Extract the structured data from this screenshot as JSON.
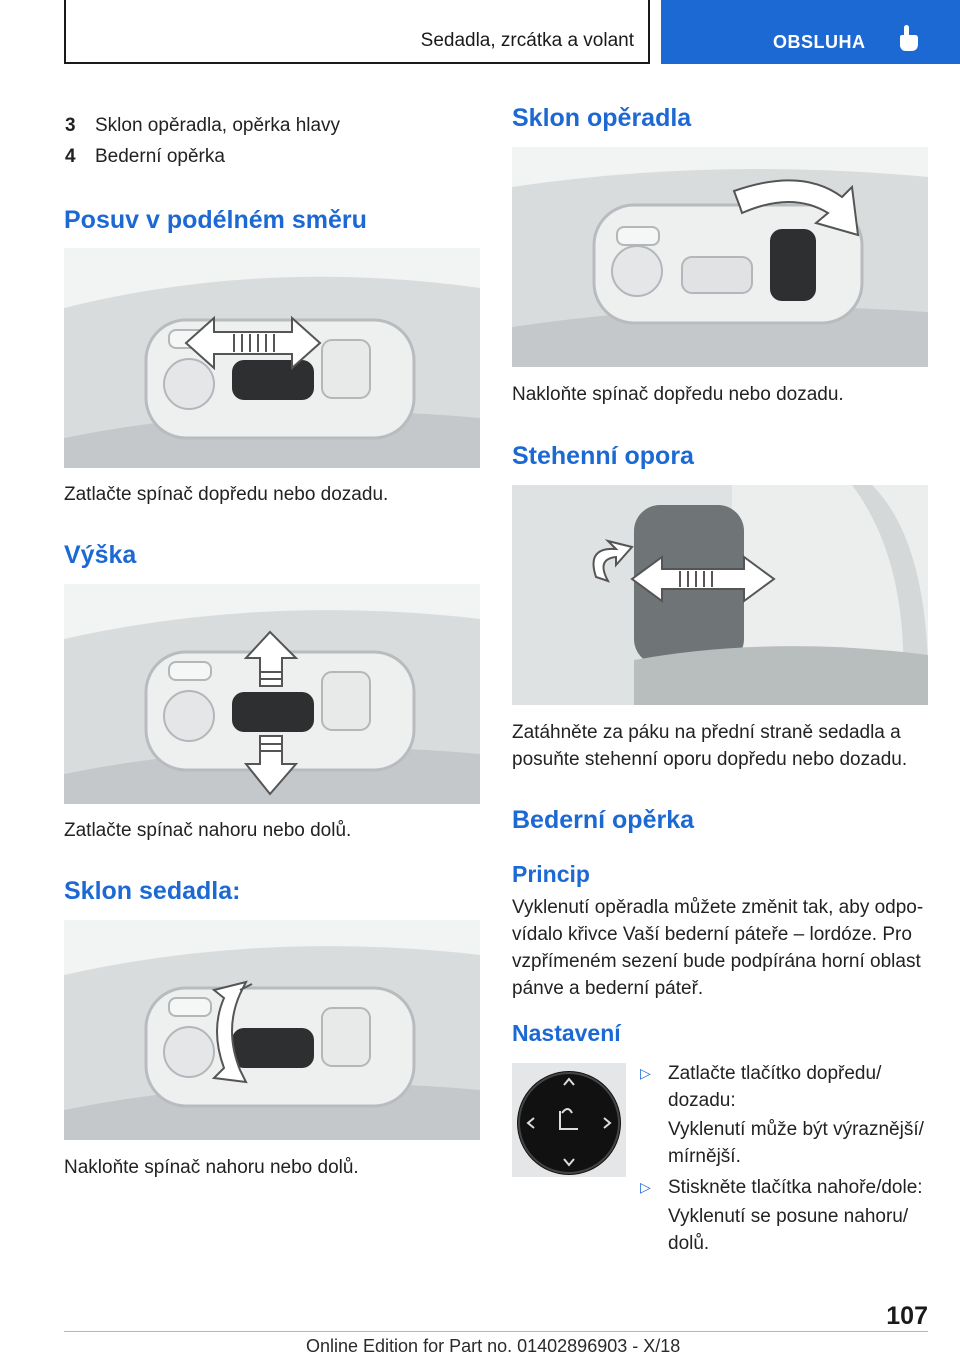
{
  "header": {
    "section": "Sedadla, zrcátka a volant",
    "chapter": "OBSLUHA",
    "chapter_icon": "hand-pointer-icon"
  },
  "list": [
    {
      "num": "3",
      "text": "Sklon opěradla, opěrka hlavy"
    },
    {
      "num": "4",
      "text": "Bederní opěrka"
    }
  ],
  "left": {
    "s1": {
      "title": "Posuv v podélném směru",
      "text": "Zatlačte spínač dopředu nebo dozadu."
    },
    "s2": {
      "title": "Výška",
      "text": "Zatlačte spínač nahoru nebo dolů."
    },
    "s3": {
      "title": "Sklon sedadla:",
      "text": "Nakloňte spínač nahoru nebo dolů."
    }
  },
  "right": {
    "s1": {
      "title": "Sklon opěradla",
      "text": "Nakloňte spínač dopředu nebo dozadu."
    },
    "s2": {
      "title": "Stehenní opora",
      "text": "Zatáhněte za páku na přední straně sedadla a posuňte stehenní oporu dopředu nebo dozadu."
    },
    "s3": {
      "title": "Bederní opěrka",
      "sub1": "Princip",
      "text": "Vyklenutí opěradla můžete změnit tak, aby odpo-vídalo křivce Vaší bederní páteře – lordóze. Pro vzpřímeném sezení bude podpírána horní oblast pánve a bederní páteř.",
      "sub2": "Nastavení",
      "bullets": [
        {
          "marker": "▷",
          "text": "Zatlačte tlačítko dopředu/ dozadu:",
          "sub": "Vyklenutí může být výraznější/ mírnější."
        },
        {
          "marker": "▷",
          "text": "Stiskněte tlačítka nahoře/dole:",
          "sub": "Vyklenutí se posune nahoru/ dolů."
        }
      ]
    }
  },
  "page_number": "107",
  "footer": "Online Edition for Part no. 01402896903 - X/18"
}
